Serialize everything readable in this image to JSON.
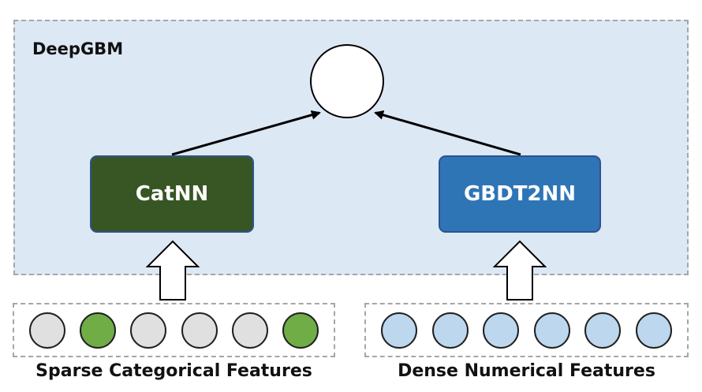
{
  "container": {
    "label": "DeepGBM"
  },
  "modules": {
    "catnn": {
      "label": "CatNN"
    },
    "gbdt2nn": {
      "label": "GBDT2NN"
    }
  },
  "features": {
    "sparse": {
      "label": "Sparse Categorical Features",
      "nodes": [
        "inactive",
        "active",
        "inactive",
        "inactive",
        "inactive",
        "active"
      ]
    },
    "dense": {
      "label": "Dense Numerical Features",
      "nodes": [
        "numeric",
        "numeric",
        "numeric",
        "numeric",
        "numeric",
        "numeric"
      ]
    }
  },
  "colors": {
    "container_fill": "#dde8f5",
    "catnn_fill": "#375623",
    "gbdt2nn_fill": "#2e75b6",
    "module_border": "#2f528f",
    "sparse_inactive": "#e0e0e0",
    "sparse_active": "#70ad47",
    "dense_node": "#bdd7ee",
    "output_node": "#ffffff"
  }
}
